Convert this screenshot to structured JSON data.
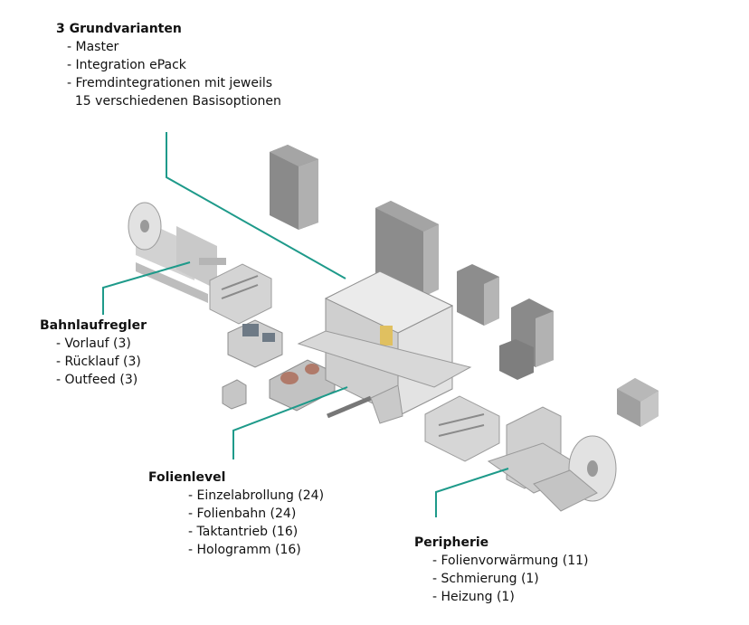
{
  "groups": {
    "grundvarianten": {
      "heading": "3 Grundvarianten",
      "items": [
        "- Master",
        "- Integration ePack",
        "- Fremdintegrationen mit jeweils",
        "  15 verschiedenen Basisoptionen"
      ]
    },
    "bahnlaufregler": {
      "heading": "Bahnlaufregler",
      "items": [
        "- Vorlauf (3)",
        "- Rücklauf (3)",
        "- Outfeed (3)"
      ]
    },
    "folienlevel": {
      "heading": "Folienlevel",
      "items": [
        "- Einzelabrollung (24)",
        "- Folienbahn (24)",
        "- Taktantrieb (16)",
        "- Hologramm (16)"
      ]
    },
    "peripherie": {
      "heading": "Peripherie",
      "items": [
        "- Folienvorwärmung (11)",
        "- Schmierung (1)",
        "- Heizung (1)"
      ]
    }
  },
  "colors": {
    "leader": "#1e9a8a",
    "machine_dark": "#8f8f8f",
    "machine_mid": "#c4c4c4",
    "machine_light": "#e6e6e6"
  }
}
